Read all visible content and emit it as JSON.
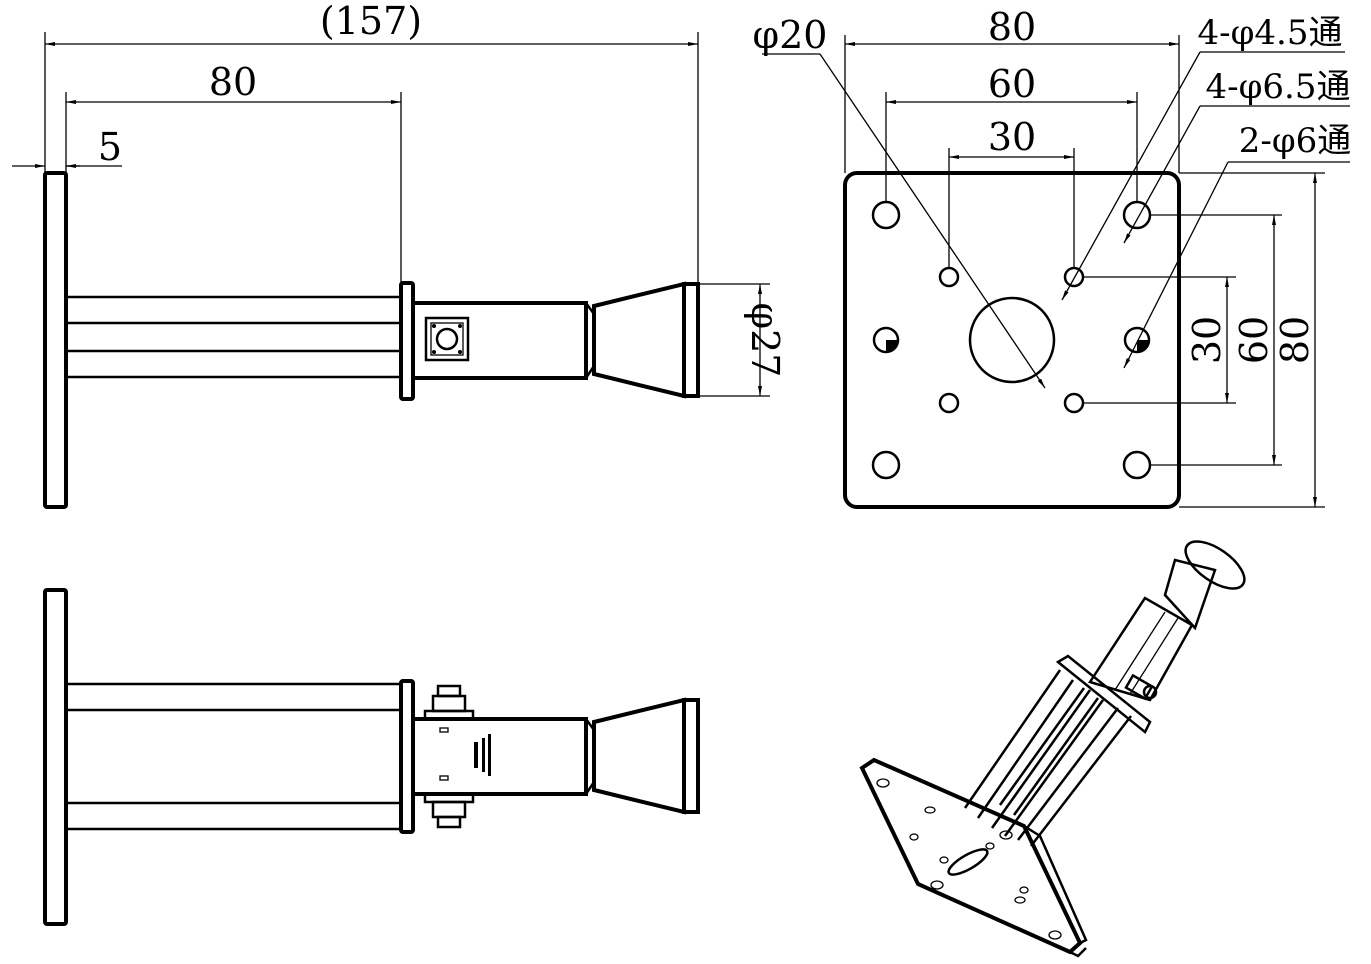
{
  "side_view": {
    "overall_length": "(157)",
    "tube_length": "80",
    "plate_thickness": "5",
    "horn_diameter": "φ27"
  },
  "flange_view": {
    "center_bore": "φ20",
    "width_outer": "80",
    "width_mid": "60",
    "width_inner": "30",
    "holes_a": "4-φ4.5通",
    "holes_b": "4-φ6.5通",
    "holes_c": "2-φ6通",
    "height_inner": "30",
    "height_mid": "60",
    "height_outer": "80"
  }
}
